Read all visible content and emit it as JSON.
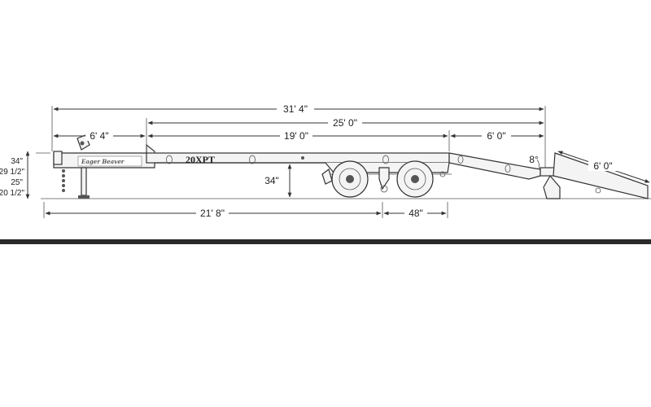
{
  "diagram": {
    "model": "20XPT",
    "brand_logo_text": "Eager Beaver",
    "dimensions": {
      "overall_length": "31' 4\"",
      "deck_plus_dovetail": "25' 0\"",
      "gooseneck": "6' 4\"",
      "main_deck": "19' 0\"",
      "dovetail": "6' 0\"",
      "ramp": "6' 0\"",
      "dovetail_angle": "8°",
      "deck_height": "34\"",
      "front_to_axle": "21' 8\"",
      "axle_spread": "48\""
    },
    "hitch_heights": [
      "34\"",
      "29 1/2\"",
      "25\"",
      "20 1/2\""
    ],
    "colors": {
      "lines": "#333333",
      "fill": "#f4f4f4",
      "divider": "#2a2a2a"
    }
  }
}
